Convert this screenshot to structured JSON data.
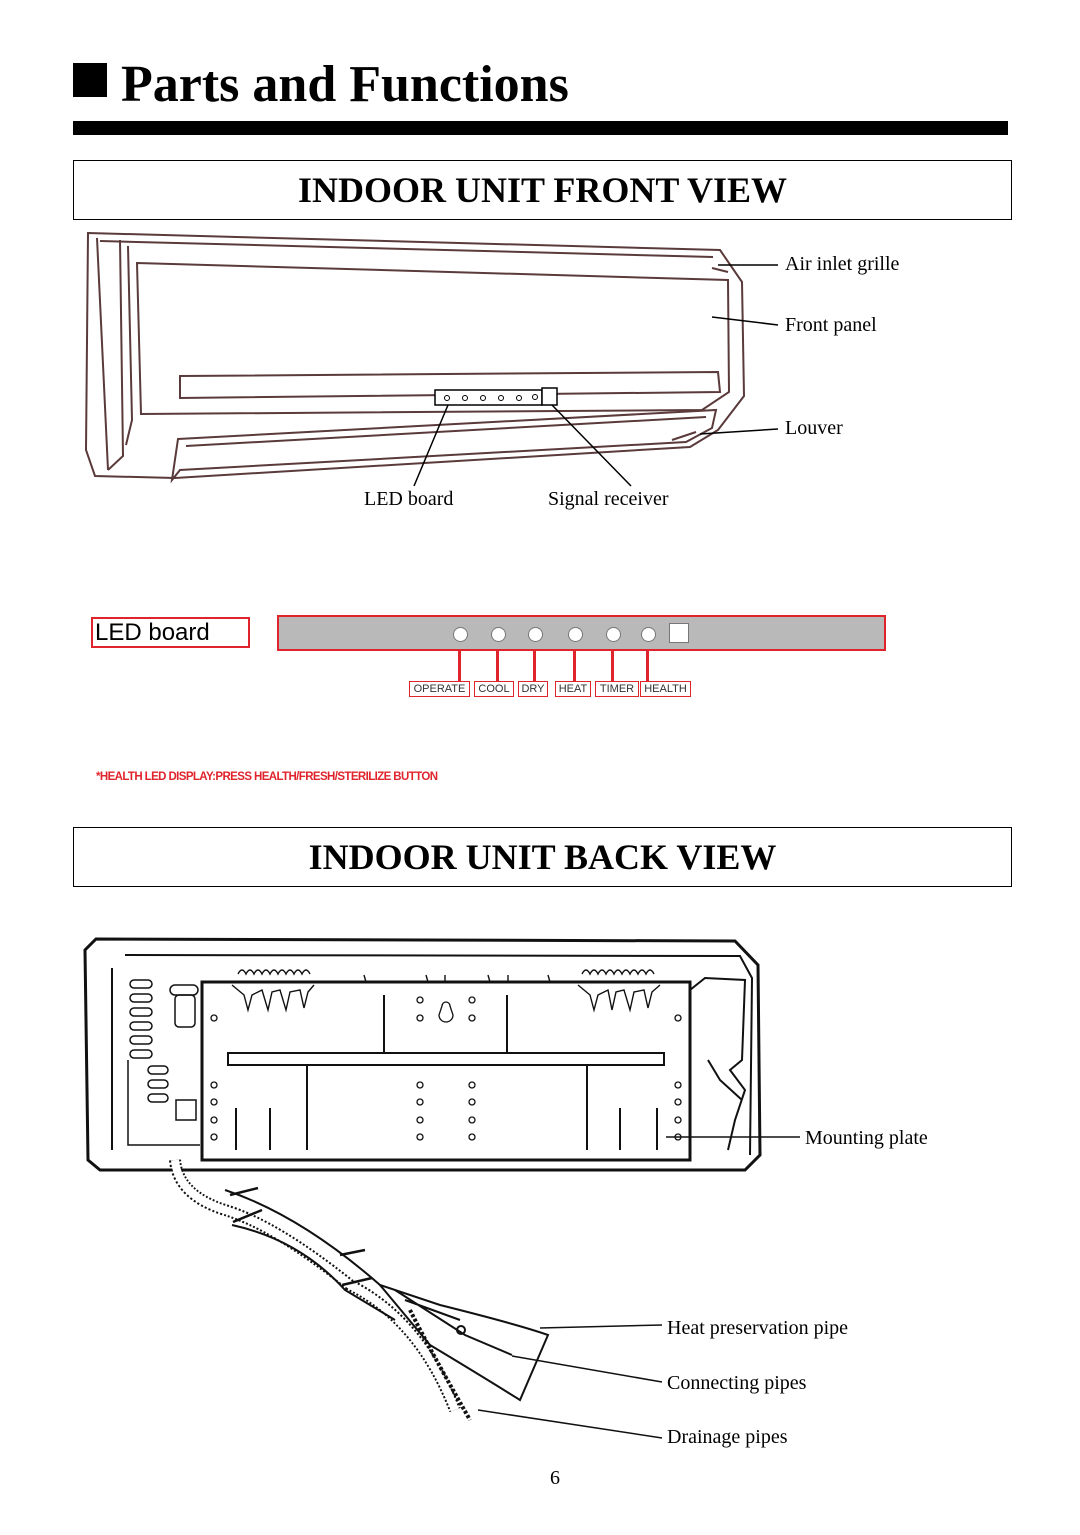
{
  "page": {
    "title": "Parts and Functions",
    "page_number": "6"
  },
  "front_view": {
    "heading": "INDOOR UNIT FRONT VIEW",
    "labels": {
      "air_inlet_grille": "Air inlet grille",
      "front_panel": "Front panel",
      "louver": "Louver",
      "led_board": "LED board",
      "signal_receiver": "Signal receiver"
    }
  },
  "led_board": {
    "label": "LED board",
    "indicators": [
      "OPERATE",
      "COOL",
      "DRY",
      "HEAT",
      "TIMER",
      "HEALTH"
    ],
    "note": "*HEALTH LED DISPLAY:PRESS HEALTH/FRESH/STERILIZE BUTTON",
    "colors": {
      "accent": "#e0242c",
      "panel": "#b9b9b9"
    }
  },
  "back_view": {
    "heading": "INDOOR UNIT BACK VIEW",
    "labels": {
      "mounting_plate": "Mounting plate",
      "heat_preservation_pipe": "Heat preservation pipe",
      "connecting_pipes": "Connecting pipes",
      "drainage_pipes": "Drainage pipes"
    }
  }
}
